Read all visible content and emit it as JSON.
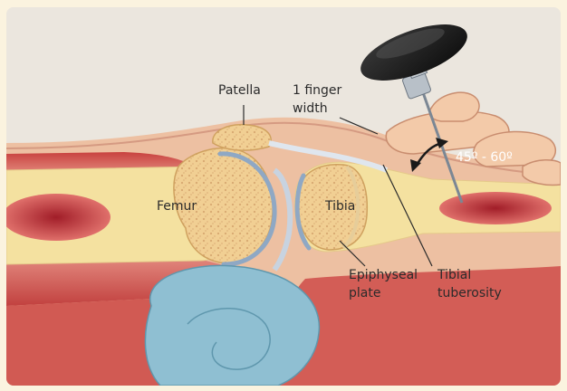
{
  "labels": {
    "patella": "Patella",
    "finger_line1": "1 finger",
    "finger_line2": "width",
    "angle": "45º - 60º",
    "femur": "Femur",
    "tibia": "Tibia",
    "epiphyseal_line1": "Epiphyseal",
    "epiphyseal_line2": "plate",
    "tibial_line1": "Tibial",
    "tibial_line2": "tuberosity"
  }
}
